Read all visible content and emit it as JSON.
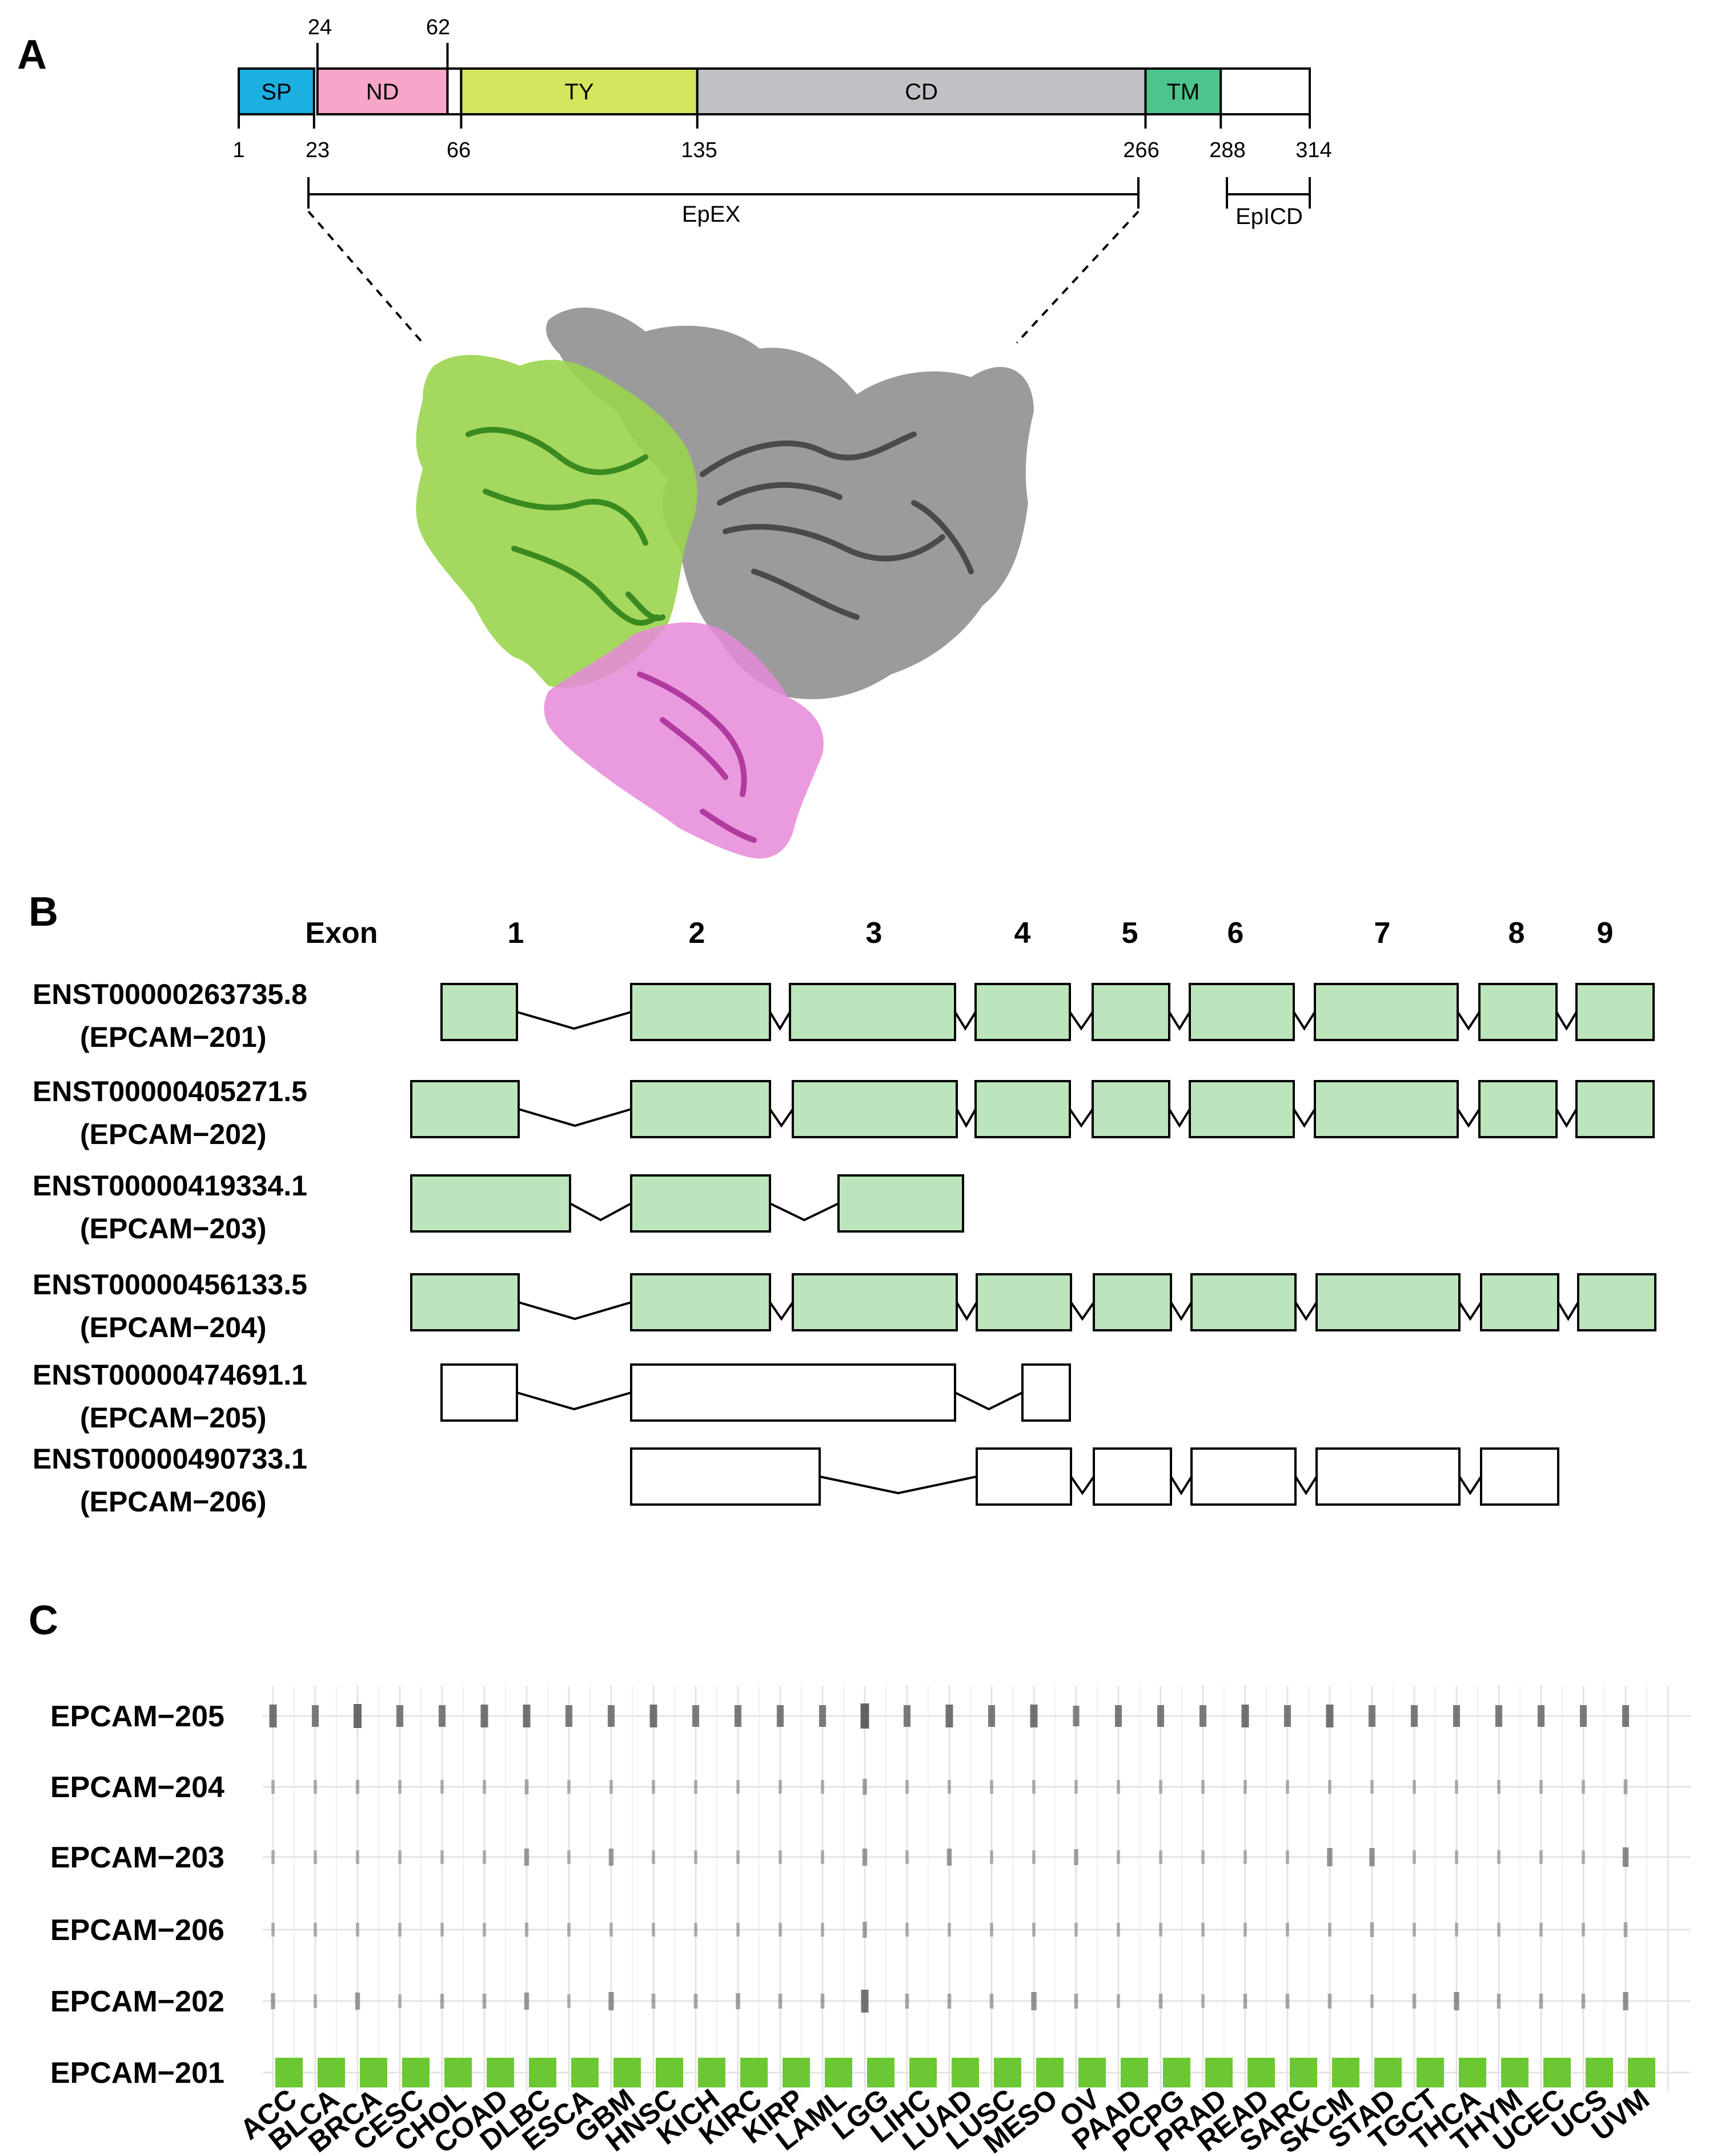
{
  "panel_a": {
    "label": "A",
    "domains": [
      {
        "name": "SP",
        "start": 1,
        "end": 23,
        "color": "#1bb0e0"
      },
      {
        "name": "ND",
        "start": 24,
        "end": 62,
        "color": "#f7a6c9"
      },
      {
        "name": "",
        "start": 62,
        "end": 66,
        "color": "#ffffff"
      },
      {
        "name": "TY",
        "start": 66,
        "end": 135,
        "color": "#d4e55e"
      },
      {
        "name": "CD",
        "start": 135,
        "end": 266,
        "color": "#c0c1c4"
      },
      {
        "name": "TM",
        "start": 266,
        "end": 288,
        "color": "#4dc48c"
      },
      {
        "name": "",
        "start": 288,
        "end": 314,
        "color": "#ffffff"
      }
    ],
    "top_ticks": [
      "24",
      "62"
    ],
    "bottom_ticks": [
      "1",
      "23",
      "66",
      "135",
      "266",
      "288",
      "314"
    ],
    "regions": [
      {
        "name": "EpEX",
        "start": 23,
        "end": 266
      },
      {
        "name": "EpICD",
        "start": 288,
        "end": 314
      }
    ],
    "structure_colors": {
      "ty": "#8ecb3a",
      "cd": "#7f7f7f",
      "nd": "#e07ad0"
    }
  },
  "panel_b": {
    "label": "B",
    "exon_header": "Exon",
    "exon_numbers": [
      "1",
      "2",
      "3",
      "4",
      "5",
      "6",
      "7",
      "8",
      "9"
    ],
    "fill_coding": "#bde5bc",
    "fill_noncoding": "#ffffff",
    "transcripts": [
      {
        "id": "ENST00000263735.8",
        "name": "(EPCAM−201)",
        "coding": true
      },
      {
        "id": "ENST00000405271.5",
        "name": "(EPCAM−202)",
        "coding": true
      },
      {
        "id": "ENST00000419334.1",
        "name": "(EPCAM−203)",
        "coding": true
      },
      {
        "id": "ENST00000456133.5",
        "name": "(EPCAM−204)",
        "coding": true
      },
      {
        "id": "ENST00000474691.1",
        "name": "(EPCAM−205)",
        "coding": false
      },
      {
        "id": "ENST00000490733.1",
        "name": "(EPCAM−206)",
        "coding": false
      }
    ]
  },
  "panel_c": {
    "label": "C",
    "bar_color_dark": "#5a5a5a",
    "bar_color_green": "#6cc832",
    "chart_data": {
      "type": "heatmap",
      "x_categories": [
        "ACC",
        "BLCA",
        "BRCA",
        "CESC",
        "CHOL",
        "COAD",
        "DLBC",
        "ESCA",
        "GBM",
        "HNSC",
        "KICH",
        "KIRC",
        "KIRP",
        "LAML",
        "LGG",
        "LIHC",
        "LUAD",
        "LUSC",
        "MESO",
        "OV",
        "PAAD",
        "PCPG",
        "PRAD",
        "READ",
        "SARC",
        "SKCM",
        "STAD",
        "TGCT",
        "THCA",
        "THYM",
        "UCEC",
        "UCS",
        "UVM"
      ],
      "rows": [
        {
          "name": "EPCAM−205",
          "values": [
            0.5,
            0.45,
            0.55,
            0.45,
            0.45,
            0.5,
            0.5,
            0.45,
            0.45,
            0.5,
            0.45,
            0.45,
            0.45,
            0.45,
            0.6,
            0.45,
            0.5,
            0.45,
            0.5,
            0.4,
            0.45,
            0.45,
            0.45,
            0.5,
            0.45,
            0.5,
            0.45,
            0.45,
            0.45,
            0.45,
            0.45,
            0.45,
            0.45
          ]
        },
        {
          "name": "EPCAM−204",
          "values": [
            0.1,
            0.1,
            0.12,
            0.1,
            0.1,
            0.1,
            0.15,
            0.1,
            0.1,
            0.1,
            0.1,
            0.1,
            0.1,
            0.1,
            0.2,
            0.1,
            0.1,
            0.1,
            0.1,
            0.1,
            0.1,
            0.1,
            0.1,
            0.1,
            0.1,
            0.1,
            0.1,
            0.1,
            0.1,
            0.1,
            0.1,
            0.1,
            0.15
          ]
        },
        {
          "name": "EPCAM−203",
          "values": [
            0.1,
            0.1,
            0.1,
            0.1,
            0.1,
            0.1,
            0.25,
            0.1,
            0.25,
            0.1,
            0.1,
            0.1,
            0.1,
            0.1,
            0.25,
            0.1,
            0.25,
            0.1,
            0.1,
            0.2,
            0.1,
            0.1,
            0.1,
            0.1,
            0.1,
            0.3,
            0.3,
            0.1,
            0.1,
            0.1,
            0.1,
            0.1,
            0.35
          ]
        },
        {
          "name": "EPCAM−206",
          "values": [
            0.1,
            0.1,
            0.1,
            0.1,
            0.1,
            0.1,
            0.12,
            0.1,
            0.1,
            0.1,
            0.1,
            0.1,
            0.1,
            0.1,
            0.2,
            0.1,
            0.1,
            0.1,
            0.1,
            0.1,
            0.1,
            0.1,
            0.1,
            0.1,
            0.1,
            0.1,
            0.15,
            0.1,
            0.1,
            0.1,
            0.1,
            0.1,
            0.15
          ]
        },
        {
          "name": "EPCAM−202",
          "values": [
            0.2,
            0.1,
            0.25,
            0.1,
            0.15,
            0.15,
            0.25,
            0.1,
            0.3,
            0.15,
            0.15,
            0.2,
            0.15,
            0.15,
            0.5,
            0.15,
            0.15,
            0.15,
            0.3,
            0.15,
            0.1,
            0.15,
            0.1,
            0.15,
            0.15,
            0.15,
            0.1,
            0.15,
            0.3,
            0.15,
            0.15,
            0.15,
            0.3
          ]
        },
        {
          "name": "EPCAM−201",
          "values": [
            1,
            1,
            1,
            1,
            1,
            1,
            1,
            1,
            1,
            1,
            1,
            1,
            1,
            1,
            1,
            1,
            1,
            1,
            1,
            1,
            1,
            1,
            1,
            1,
            1,
            1,
            1,
            1,
            1,
            1,
            1,
            1,
            1
          ]
        }
      ]
    }
  }
}
